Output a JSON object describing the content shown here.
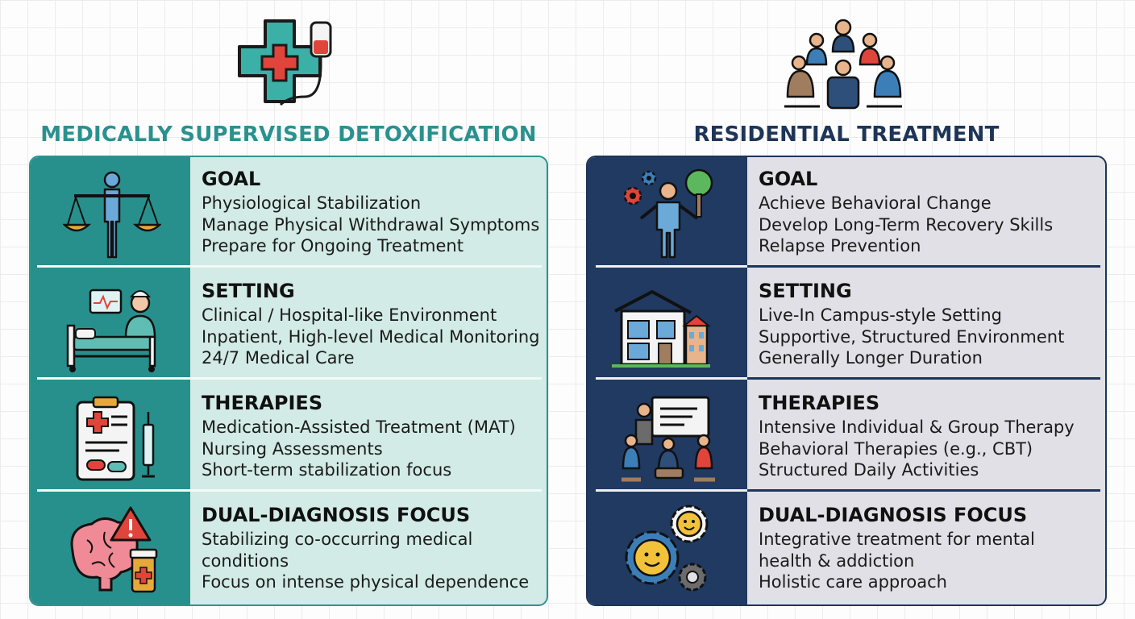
{
  "columns": [
    {
      "title": "MEDICALLY SUPERVISED DETOXIFICATION",
      "header_icon": "medical-cross-iv-icon",
      "accent_color": "#2b9590",
      "sections": [
        {
          "heading": "GOAL",
          "icon": "balance-person-icon",
          "lines": [
            "Physiological Stabilization",
            "Manage Physical Withdrawal Symptoms",
            "Prepare for Ongoing Treatment"
          ]
        },
        {
          "heading": "SETTING",
          "icon": "hospital-bed-nurse-icon",
          "lines": [
            "Clinical / Hospital-like Environment",
            "Inpatient, High-level Medical Monitoring",
            "24/7 Medical Care"
          ]
        },
        {
          "heading": "THERAPIES",
          "icon": "clipboard-syringe-icon",
          "lines": [
            "Medication-Assisted Treatment (MAT)",
            "Nursing Assessments",
            "Short-term stabilization focus"
          ]
        },
        {
          "heading": "DUAL-DIAGNOSIS FOCUS",
          "icon": "brain-warning-icon",
          "lines": [
            "Stabilizing co-occurring medical",
            "conditions",
            "Focus on intense physical dependence"
          ]
        }
      ]
    },
    {
      "title": "RESIDENTIAL TREATMENT",
      "header_icon": "group-circle-icon",
      "accent_color": "#1e3557",
      "sections": [
        {
          "heading": "GOAL",
          "icon": "person-growth-icon",
          "lines": [
            "Achieve Behavioral Change",
            "Develop Long-Term Recovery Skills",
            "Relapse Prevention"
          ]
        },
        {
          "heading": "SETTING",
          "icon": "campus-house-icon",
          "lines": [
            "Live-In Campus-style Setting",
            "Supportive, Structured Environment",
            "Generally Longer Duration"
          ]
        },
        {
          "heading": "THERAPIES",
          "icon": "group-therapy-icon",
          "lines": [
            "Intensive Individual & Group Therapy",
            "Behavioral Therapies (e.g., CBT)",
            "Structured Daily Activities"
          ]
        },
        {
          "heading": "DUAL-DIAGNOSIS FOCUS",
          "icon": "gears-emotion-icon",
          "lines": [
            "Integrative treatment for mental",
            "health & addiction",
            "Holistic care approach"
          ]
        }
      ]
    }
  ]
}
